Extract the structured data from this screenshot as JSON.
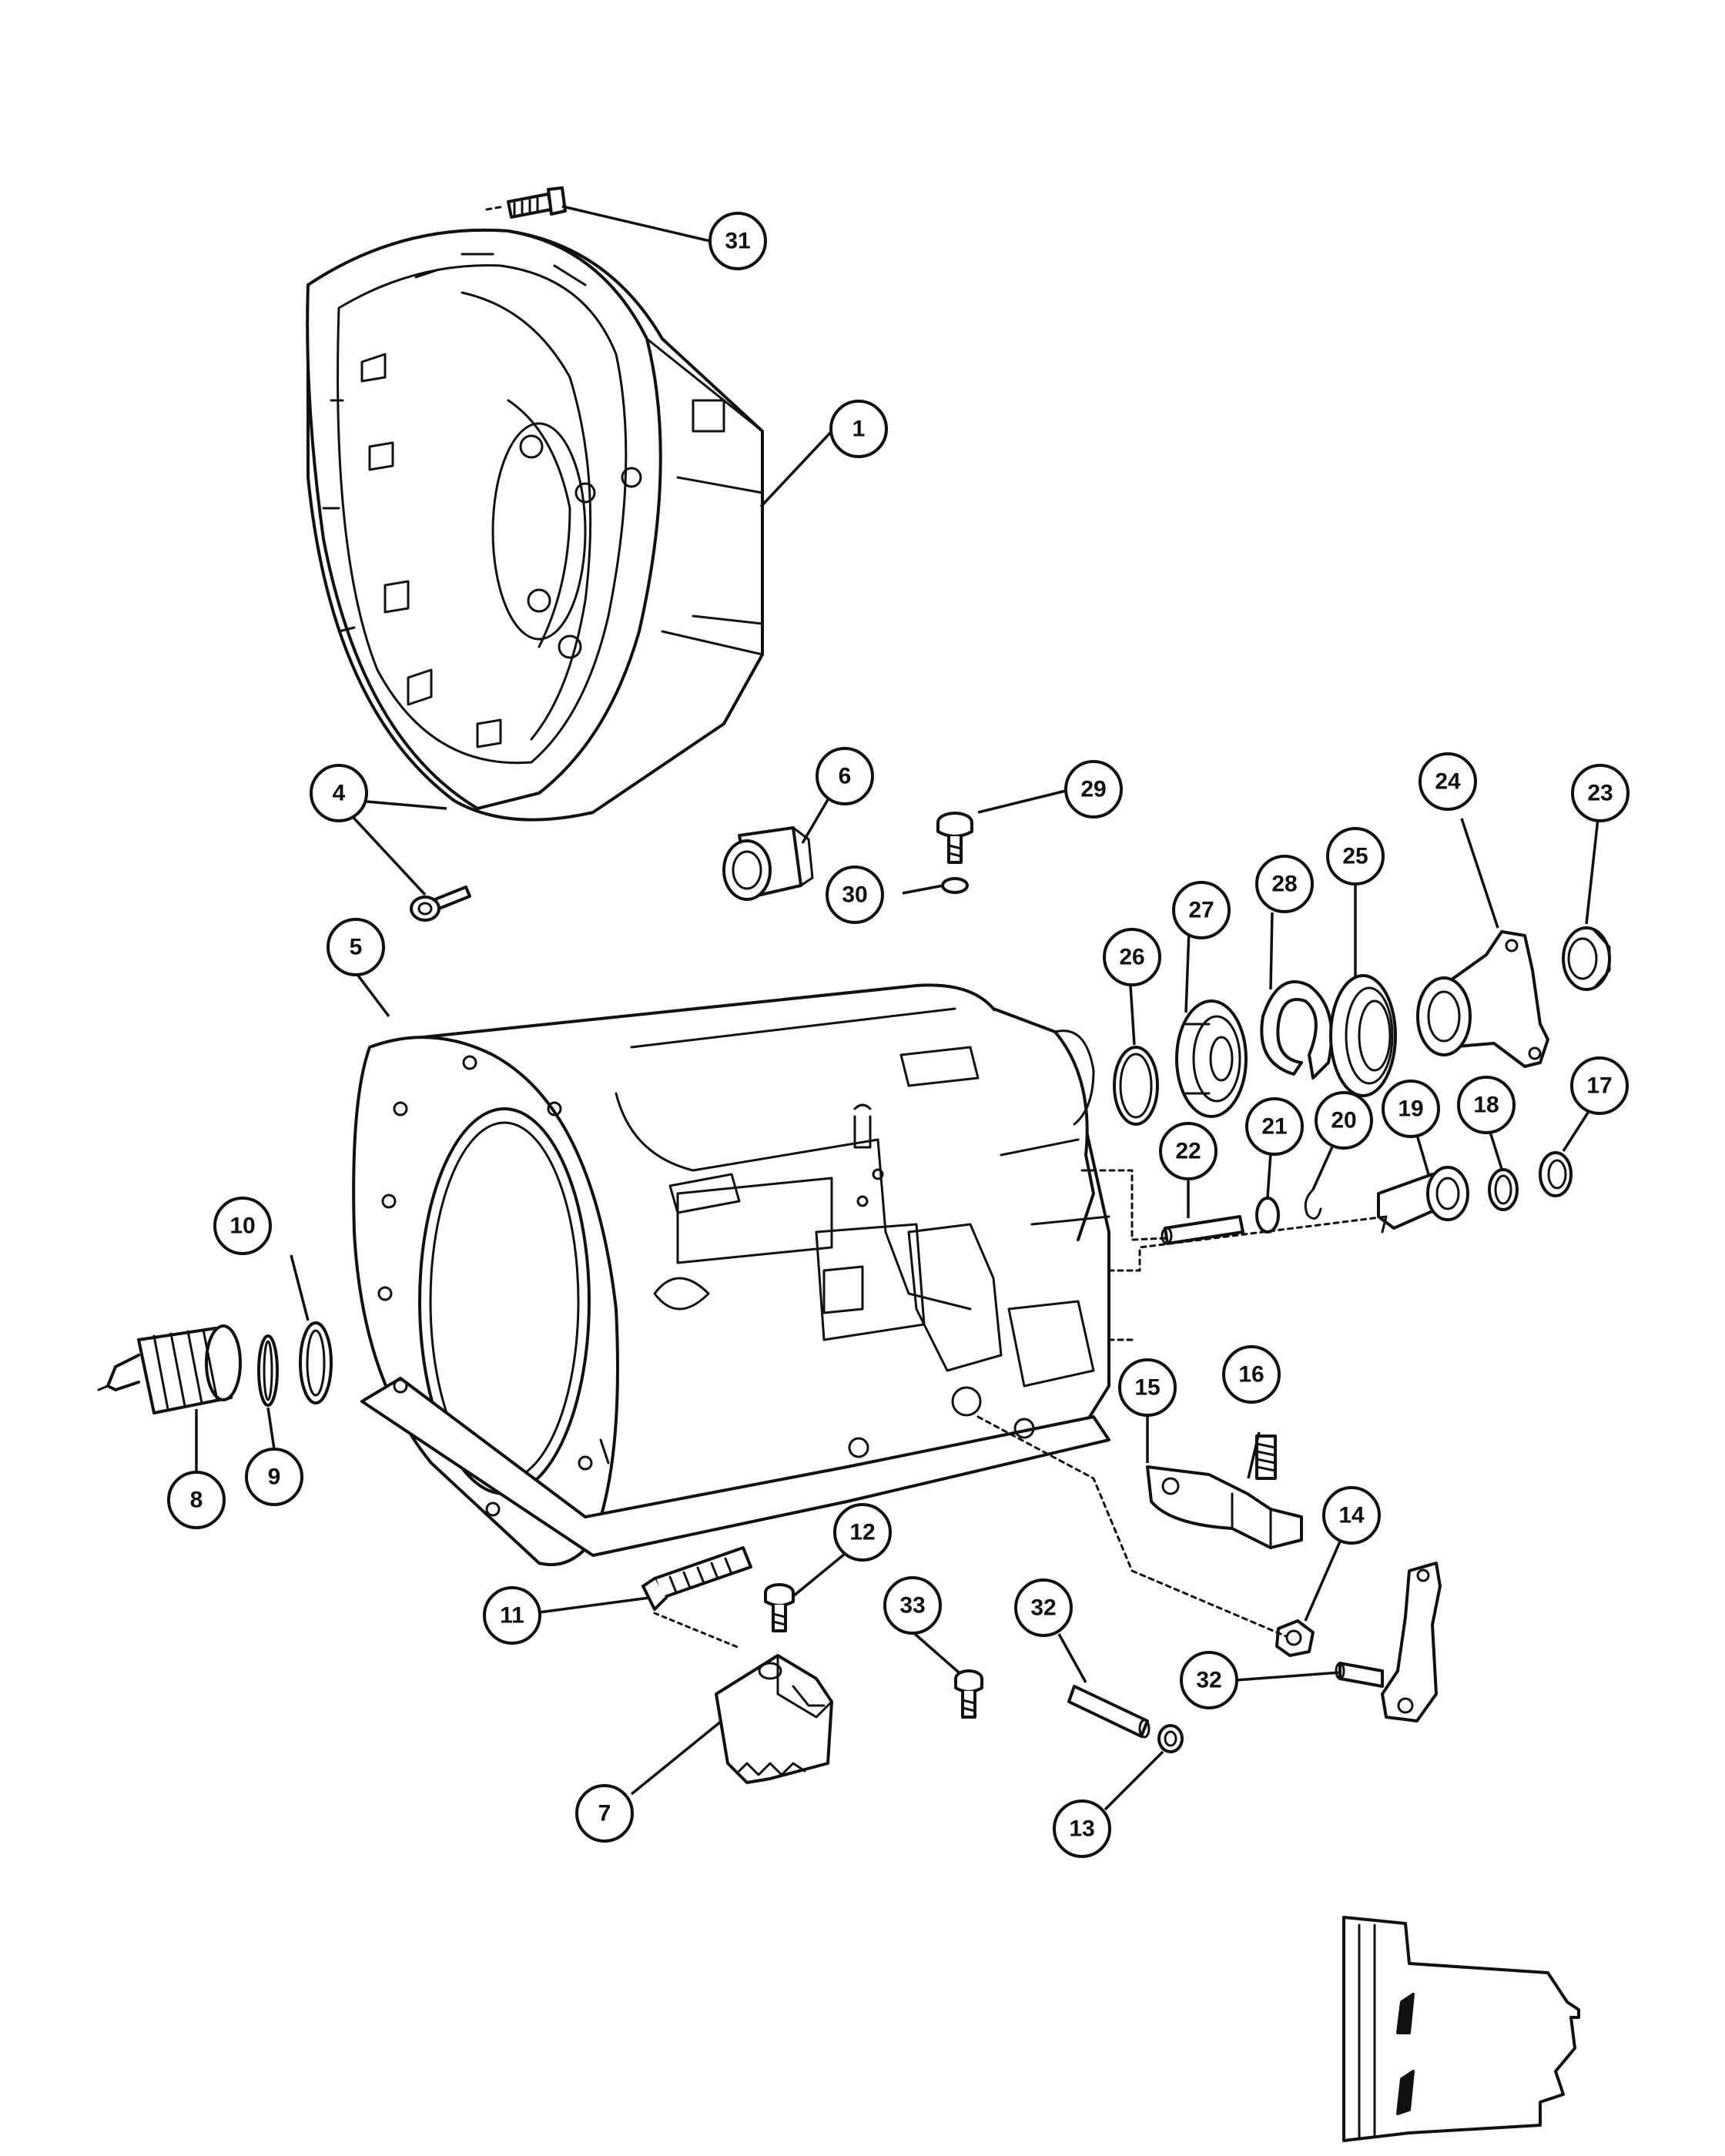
{
  "diagram": {
    "callouts": [
      {
        "key": "c1",
        "label": "1"
      },
      {
        "key": "c4",
        "label": "4"
      },
      {
        "key": "c5",
        "label": "5"
      },
      {
        "key": "c6",
        "label": "6"
      },
      {
        "key": "c7",
        "label": "7"
      },
      {
        "key": "c8",
        "label": "8"
      },
      {
        "key": "c9",
        "label": "9"
      },
      {
        "key": "c10",
        "label": "10"
      },
      {
        "key": "c11",
        "label": "11"
      },
      {
        "key": "c12",
        "label": "12"
      },
      {
        "key": "c13",
        "label": "13"
      },
      {
        "key": "c14",
        "label": "14"
      },
      {
        "key": "c15",
        "label": "15"
      },
      {
        "key": "c16",
        "label": "16"
      },
      {
        "key": "c17",
        "label": "17"
      },
      {
        "key": "c18",
        "label": "18"
      },
      {
        "key": "c19",
        "label": "19"
      },
      {
        "key": "c20",
        "label": "20"
      },
      {
        "key": "c21",
        "label": "21"
      },
      {
        "key": "c22",
        "label": "22"
      },
      {
        "key": "c23",
        "label": "23"
      },
      {
        "key": "c24",
        "label": "24"
      },
      {
        "key": "c25",
        "label": "25"
      },
      {
        "key": "c26",
        "label": "26"
      },
      {
        "key": "c27",
        "label": "27"
      },
      {
        "key": "c28",
        "label": "28"
      },
      {
        "key": "c29",
        "label": "29"
      },
      {
        "key": "c30",
        "label": "30"
      },
      {
        "key": "c31",
        "label": "31"
      },
      {
        "key": "c32a",
        "label": "32"
      },
      {
        "key": "c32b",
        "label": "32"
      },
      {
        "key": "c33",
        "label": "33"
      }
    ]
  }
}
